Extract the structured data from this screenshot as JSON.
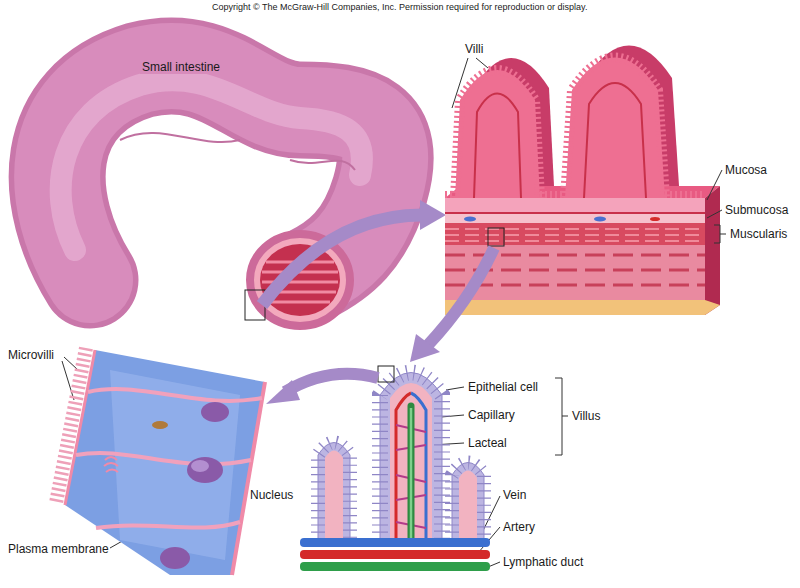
{
  "diagram": {
    "labels": [
      "Copyright © The McGraw-Hill Companies, Inc. Permission required for reproduction or display.",
      "Small intestine",
      "Villi",
      "Mucosa",
      "Submucosa",
      "Muscularis",
      "Microvilli",
      "Nucleus",
      "Plasma membrane",
      "Epithelial cell",
      "Capillary",
      "Lacteal",
      "Villus",
      "Vein",
      "Artery",
      "Lymphatic duct"
    ]
  }
}
